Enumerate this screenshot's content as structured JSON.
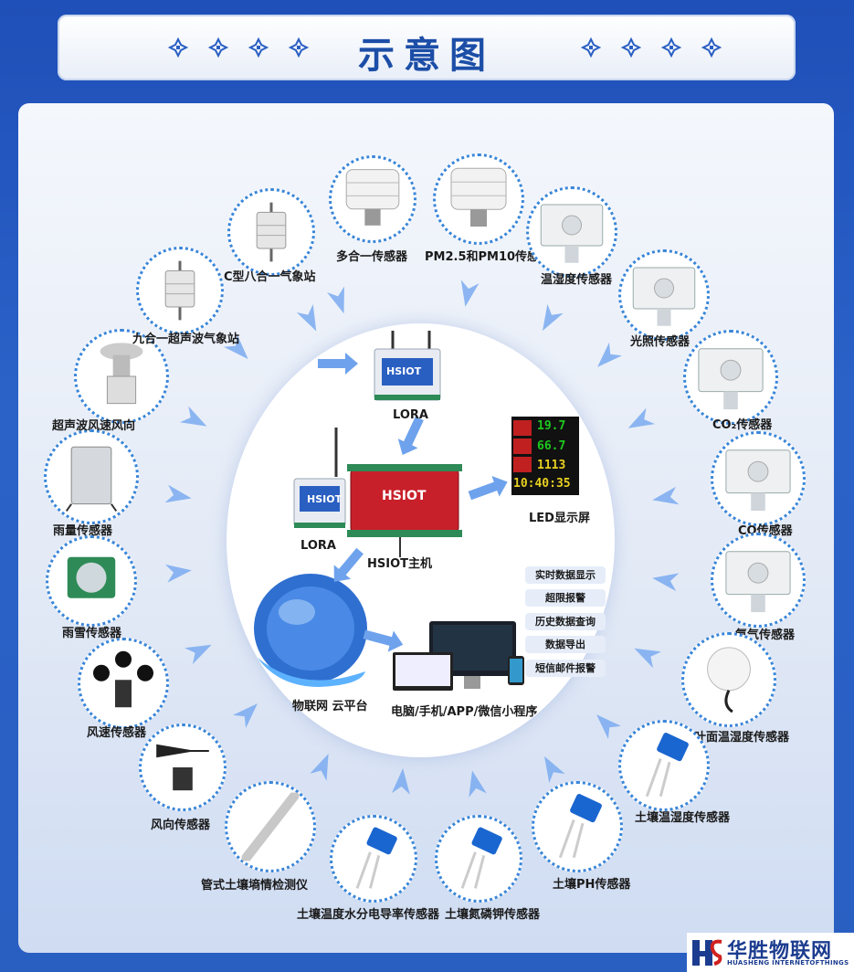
{
  "title": "示意图",
  "colors": {
    "accent": "#1c4ea7",
    "ring": "#3a86d8",
    "arrow": "#7aaaf0"
  },
  "sensors": [
    {
      "label": "多合一传感器",
      "icon": "louver-sensor-icon"
    },
    {
      "label": "PM2.5和PM10传感器",
      "icon": "louver-sensor-icon"
    },
    {
      "label": "温湿度传感器",
      "icon": "box-sensor-icon"
    },
    {
      "label": "光照传感器",
      "icon": "box-sensor-icon"
    },
    {
      "label": "CO₂传感器",
      "icon": "box-sensor-icon"
    },
    {
      "label": "CO传感器",
      "icon": "box-sensor-icon"
    },
    {
      "label": "氨气传感器",
      "icon": "box-sensor-icon"
    },
    {
      "label": "叶面温湿度传感器",
      "icon": "leaf-sensor-icon"
    },
    {
      "label": "土壤温湿度传感器",
      "icon": "soil-probe-icon"
    },
    {
      "label": "土壤PH传感器",
      "icon": "soil-probe-icon"
    },
    {
      "label": "土壤氮磷钾传感器",
      "icon": "soil-probe-icon"
    },
    {
      "label": "土壤温度水分电导率传感器",
      "icon": "soil-probe-icon"
    },
    {
      "label": "管式土壤墒情检测仪",
      "icon": "tube-probe-icon"
    },
    {
      "label": "风向传感器",
      "icon": "wind-vane-icon"
    },
    {
      "label": "风速传感器",
      "icon": "anemometer-icon"
    },
    {
      "label": "雨雪传感器",
      "icon": "rain-snow-icon"
    },
    {
      "label": "雨量传感器",
      "icon": "rain-gauge-icon"
    },
    {
      "label": "超声波风速风向",
      "icon": "ultrasonic-icon"
    },
    {
      "label": "九合一超声波气象站",
      "icon": "weather-station-icon"
    },
    {
      "label": "C型八合一气象站",
      "icon": "weather-station-icon"
    }
  ],
  "center": {
    "lora_top": "LORA",
    "lora_left": "LORA",
    "host_label": "HSIOT主机",
    "device_brand": "HSIOT",
    "led_label": "LED显示屏",
    "led_values": [
      "19.7",
      "66.7",
      "1113",
      "10:40:35"
    ],
    "cloud_label": "物联网 云平台",
    "terminal_label": "电脑/手机/APP/微信小程序",
    "features": [
      "实时数据显示",
      "超限报警",
      "历史数据查询",
      "数据导出",
      "短信邮件报警"
    ]
  },
  "brand": {
    "name_cn": "华胜物联网",
    "name_en": "HUASHENG INTERNETOFTHINGS",
    "logo": "hs-logo-icon"
  }
}
